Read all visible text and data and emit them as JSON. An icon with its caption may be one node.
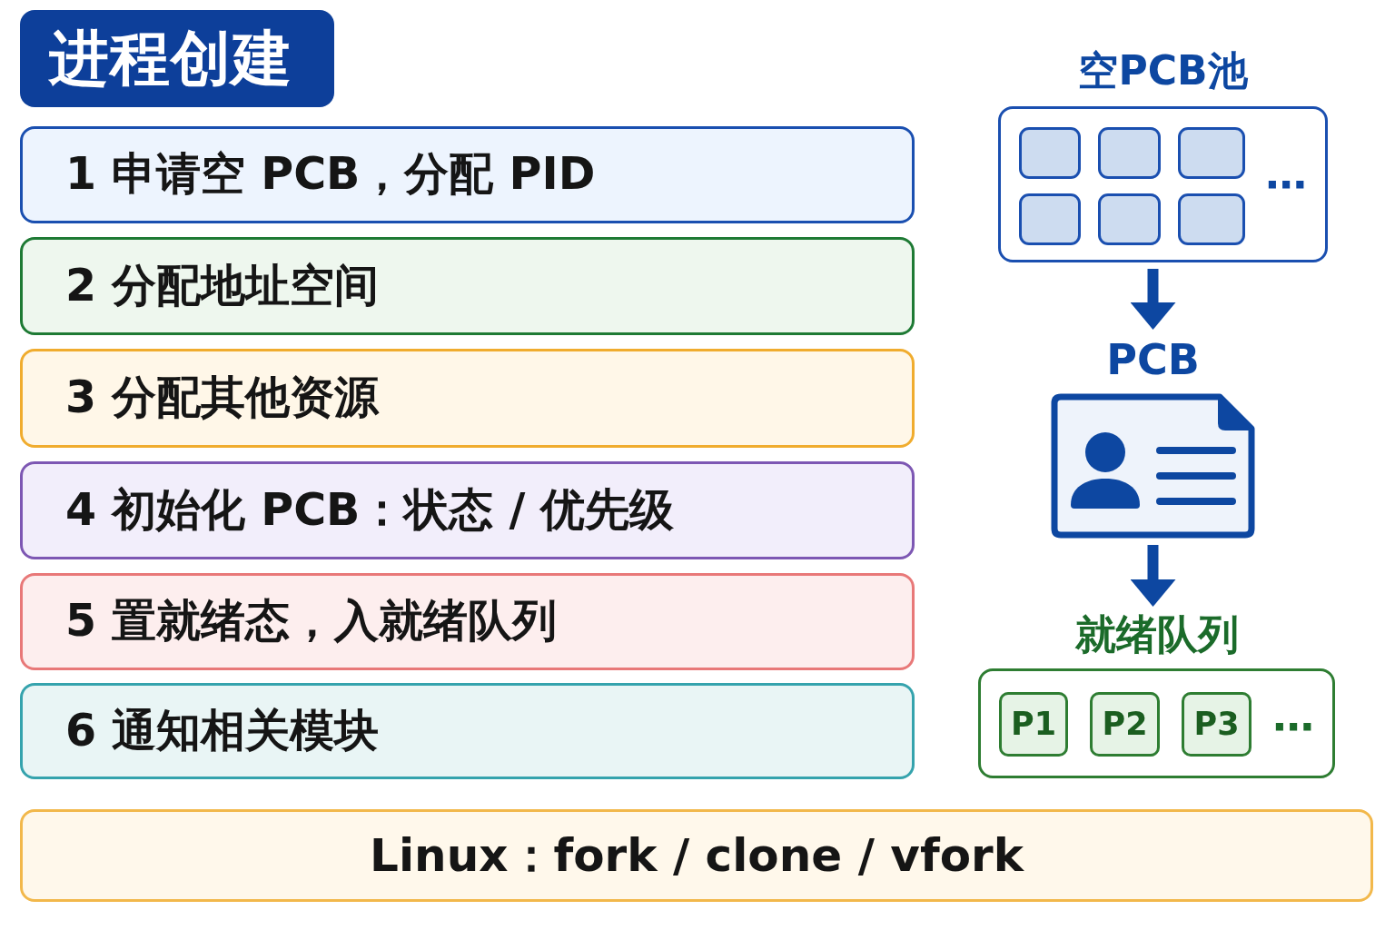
{
  "diagram": {
    "title": "进程创建",
    "nodes": [
      {
        "text": [
          "1 申请空 PCB，分配 PID"
        ]
      },
      {
        "text": [
          "2 分配地址空间"
        ]
      },
      {
        "text": [
          "3 分配其他资源"
        ]
      },
      {
        "text": [
          "4 初始化 PCB：状态 / 优先级"
        ]
      },
      {
        "text": [
          "5 置就绪态，入就绪队列"
        ]
      },
      {
        "text": [
          "6 通知相关模块"
        ]
      },
      {
        "text": [
          "空PCB池",
          "⋯"
        ]
      },
      {
        "text": [],
        "shape": "box",
        "in": 6
      },
      {
        "text": [],
        "shape": "box",
        "in": 6
      },
      {
        "text": [],
        "shape": "box",
        "in": 6
      },
      {
        "text": [],
        "shape": "box",
        "in": 6
      },
      {
        "text": [],
        "shape": "box",
        "in": 6
      },
      {
        "text": [],
        "shape": "box",
        "in": 6
      },
      {
        "text": [
          "PCB"
        ]
      },
      {
        "text": [
          "就绪队列",
          "⋯"
        ]
      },
      {
        "text": [
          "P1"
        ],
        "in": 14
      },
      {
        "text": [
          "P2"
        ],
        "in": 14
      },
      {
        "text": [
          "P3"
        ],
        "in": 14
      },
      {
        "text": [
          "Linux：fork / clone / vfork"
        ]
      }
    ],
    "edges": [
      {
        "from": 6,
        "to": 13,
        "arrow": "to"
      },
      {
        "from": 13,
        "to": 14,
        "arrow": "to"
      }
    ]
  }
}
